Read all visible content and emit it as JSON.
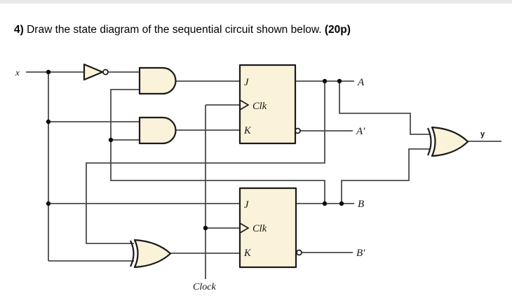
{
  "title": {
    "prefix": "4)",
    "text": " Draw the state diagram of the sequential circuit shown below. ",
    "points": "(20p)"
  },
  "colors": {
    "bg": "#ffffff",
    "gate-fill": "#faf3da",
    "gate-stroke": "#1a1a1a",
    "wire": "#4a4a4a"
  },
  "labels": {
    "input_x": "x",
    "clock": "Clock",
    "output_y": "y",
    "ff_a": {
      "j": "J",
      "clk": "Clk",
      "k": "K",
      "q": "A",
      "q_not": "A′"
    },
    "ff_b": {
      "j": "J",
      "clk": "Clk",
      "k": "K",
      "q": "B",
      "q_not": "B′"
    }
  }
}
